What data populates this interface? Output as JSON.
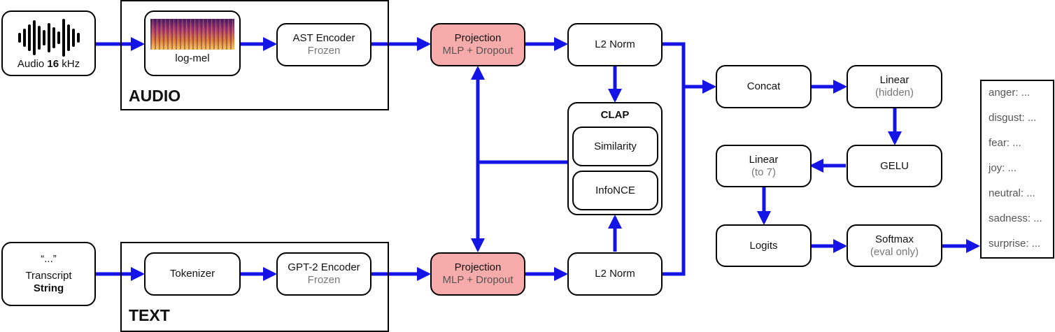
{
  "input_audio": {
    "label_prefix": "Audio",
    "label_bold": "16",
    "label_suffix": "kHz",
    "icon": "waveform-icon"
  },
  "input_text": {
    "quote": "“...”",
    "line1": "Transcript",
    "line2": "String"
  },
  "audio_group": {
    "label": "AUDIO",
    "logmel_label": "log-mel",
    "encoder": {
      "title": "AST Encoder",
      "sub": "Frozen"
    }
  },
  "text_group": {
    "label": "TEXT",
    "tokenizer": "Tokenizer",
    "encoder": {
      "title": "GPT-2 Encoder",
      "sub": "Frozen"
    }
  },
  "projection_audio": {
    "title": "Projection",
    "sub": "MLP + Dropout"
  },
  "projection_text": {
    "title": "Projection",
    "sub": "MLP + Dropout"
  },
  "l2norm_audio": "L2 Norm",
  "l2norm_text": "L2 Norm",
  "clap": {
    "title": "CLAP",
    "similarity": "Similarity",
    "infonce": "InfoNCE"
  },
  "head": {
    "concat": "Concat",
    "linear_hidden": {
      "title": "Linear",
      "sub": "(hidden)"
    },
    "gelu": "GELU",
    "linear_out": {
      "title": "Linear",
      "sub": "(to 7)"
    },
    "logits": "Logits",
    "softmax": {
      "title": "Softmax",
      "sub": "(eval only)"
    }
  },
  "outputs": [
    "anger: ...",
    "disgust: ...",
    "fear: ...",
    "joy: ...",
    "neutral: ...",
    "sadness: ...",
    "surprise: ..."
  ],
  "colors": {
    "arrow": "#1414e6",
    "projection": "#f7abab"
  }
}
